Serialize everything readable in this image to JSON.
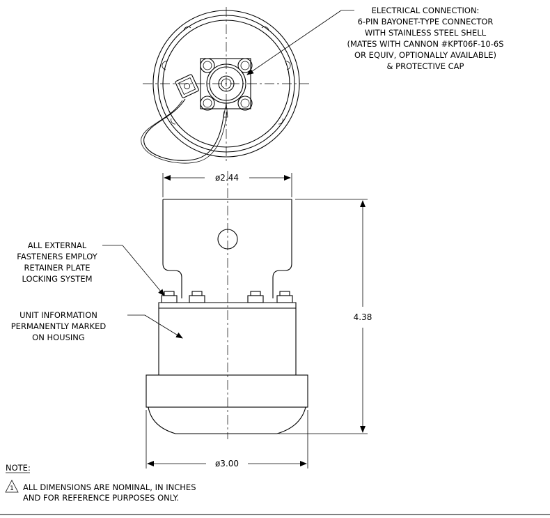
{
  "callouts": {
    "electrical": [
      "ELECTRICAL CONNECTION:",
      "6-PIN BAYONET-TYPE CONNECTOR",
      "WITH STAINLESS STEEL SHELL",
      "(MATES WITH CANNON #KPT06F-10-6S",
      "OR EQUIV, OPTIONALLY AVAILABLE)",
      "& PROTECTIVE CAP"
    ],
    "fasteners": [
      "ALL EXTERNAL",
      "FASTENERS EMPLOY",
      "RETAINER PLATE",
      "LOCKING SYSTEM"
    ],
    "unit_info": [
      "UNIT INFORMATION",
      "PERMANENTLY MARKED",
      "ON HOUSING"
    ]
  },
  "dimensions": {
    "top_diameter": "ø2.44",
    "height": "4.38",
    "bottom_diameter": "ø3.00"
  },
  "note": {
    "heading": "NOTE:",
    "marker": "1",
    "lines": [
      "ALL DIMENSIONS ARE NOMINAL, IN INCHES",
      "AND FOR REFERENCE PURPOSES ONLY."
    ]
  }
}
